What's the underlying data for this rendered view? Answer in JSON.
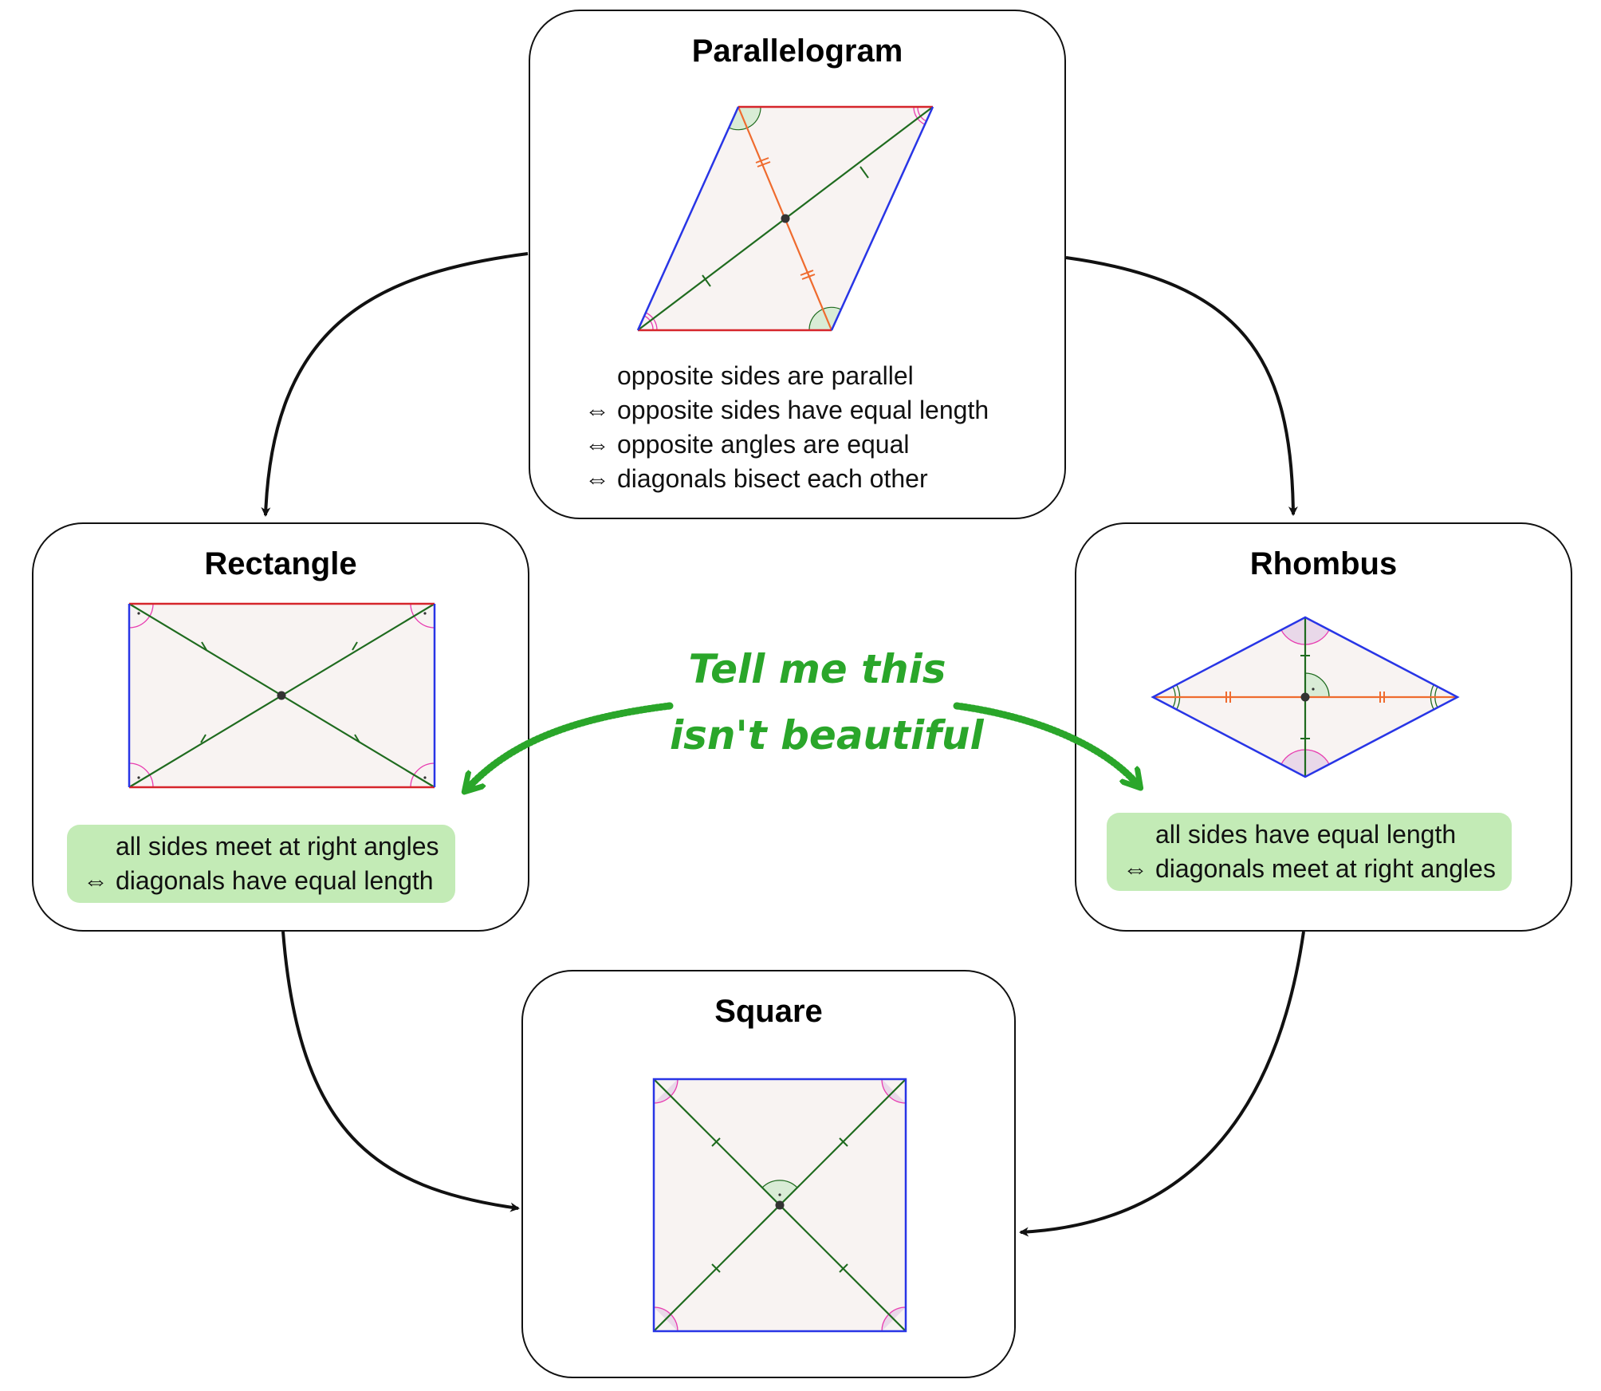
{
  "diagram": {
    "colors": {
      "fill": "#f8f3f2",
      "side_a": "#d6252b",
      "side_b": "#2835e6",
      "diagonal": "#1f6b1f",
      "diagonal_alt": "#ef6b2e",
      "angle_green": "#d9ecd6",
      "angle_pink": "#e83bb0",
      "highlight": "#c3ebb6",
      "annotation": "#2aa62a",
      "arrow": "#111111"
    },
    "parallelogram": {
      "title": "Parallelogram",
      "properties": [
        {
          "symbol": "",
          "text": "opposite sides are parallel"
        },
        {
          "symbol": "⇔",
          "text": "opposite sides have equal length"
        },
        {
          "symbol": "⇔",
          "text": "opposite angles are equal"
        },
        {
          "symbol": "⇔",
          "text": "diagonals bisect each other"
        }
      ]
    },
    "rectangle": {
      "title": "Rectangle",
      "properties": [
        {
          "symbol": "",
          "text": "all sides meet at right angles"
        },
        {
          "symbol": "⇔",
          "text": "diagonals have equal length"
        }
      ]
    },
    "rhombus": {
      "title": "Rhombus",
      "properties": [
        {
          "symbol": "",
          "text": "all sides have equal length"
        },
        {
          "symbol": "⇔",
          "text": "diagonals meet at right angles"
        }
      ]
    },
    "square": {
      "title": "Square"
    },
    "annotation": {
      "line1": "Tell me this",
      "line2": "isn't beautiful"
    }
  }
}
